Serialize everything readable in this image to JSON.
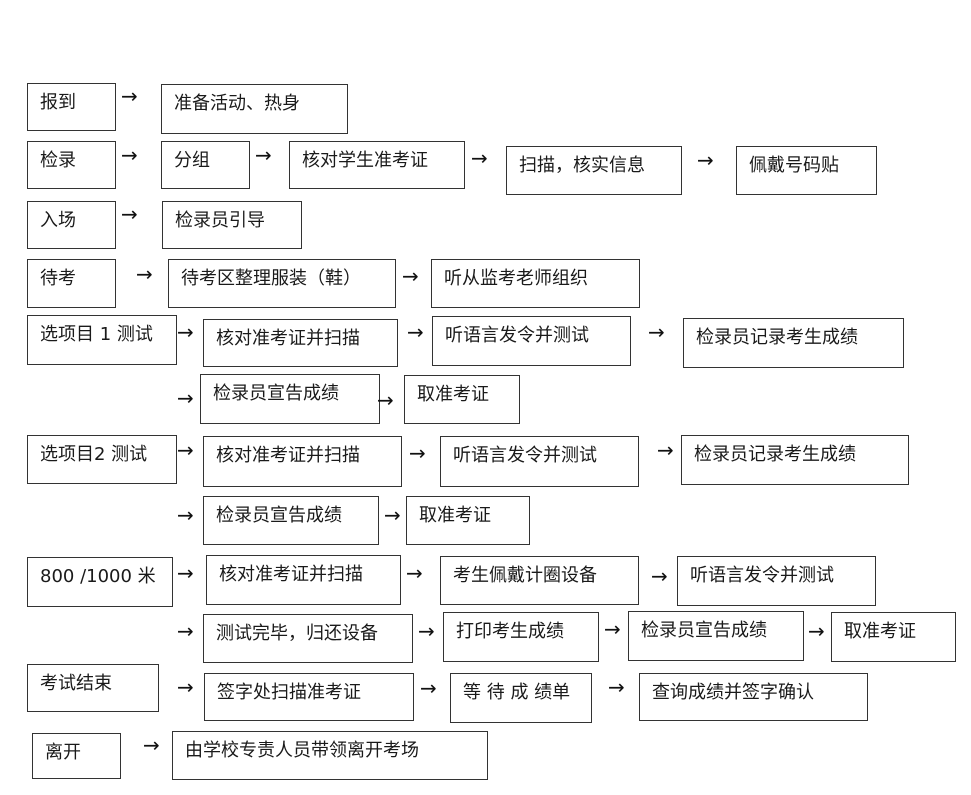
{
  "boxes": [
    {
      "text": "报到"
    },
    {
      "text": "准备活动、热身"
    },
    {
      "text": "检录"
    },
    {
      "text": "分组"
    },
    {
      "text": "核对学生准考证"
    },
    {
      "text": "扫描，核实信息"
    },
    {
      "text": "佩戴号码贴"
    },
    {
      "text": "入场"
    },
    {
      "text": "检录员引导"
    },
    {
      "text": "待考"
    },
    {
      "text": "待考区整理服装（鞋）"
    },
    {
      "text": "听从监考老师组织"
    },
    {
      "text": "选项目 1 测试"
    },
    {
      "text": "核对准考证并扫描"
    },
    {
      "text": "听语言发令并测试"
    },
    {
      "text": "检录员记录考生成绩"
    },
    {
      "text": "检录员宣告成绩"
    },
    {
      "text": "取准考证"
    },
    {
      "text": "选项目2 测试"
    },
    {
      "text": "核对准考证并扫描"
    },
    {
      "text": "听语言发令并测试"
    },
    {
      "text": "检录员记录考生成绩"
    },
    {
      "text": "检录员宣告成绩"
    },
    {
      "text": "取准考证"
    },
    {
      "text": "800 /1000 米"
    },
    {
      "text": "核对准考证并扫描"
    },
    {
      "text": "考生佩戴计圈设备"
    },
    {
      "text": "听语言发令并测试"
    },
    {
      "text": "测试完毕，归还设备"
    },
    {
      "text": "打印考生成绩"
    },
    {
      "text": "检录员宣告成绩"
    },
    {
      "text": "取准考证"
    },
    {
      "text": "考试结束"
    },
    {
      "text": "签字处扫描准考证"
    },
    {
      "text": "等 待 成 绩单"
    },
    {
      "text": "查询成绩并签字确认"
    },
    {
      "text": "离开"
    },
    {
      "text": "由学校专责人员带领离开考场"
    }
  ],
  "arrow_glyph": "→",
  "colors": {
    "border": "#333333",
    "text": "#1a1a1a",
    "background": "#ffffff"
  }
}
